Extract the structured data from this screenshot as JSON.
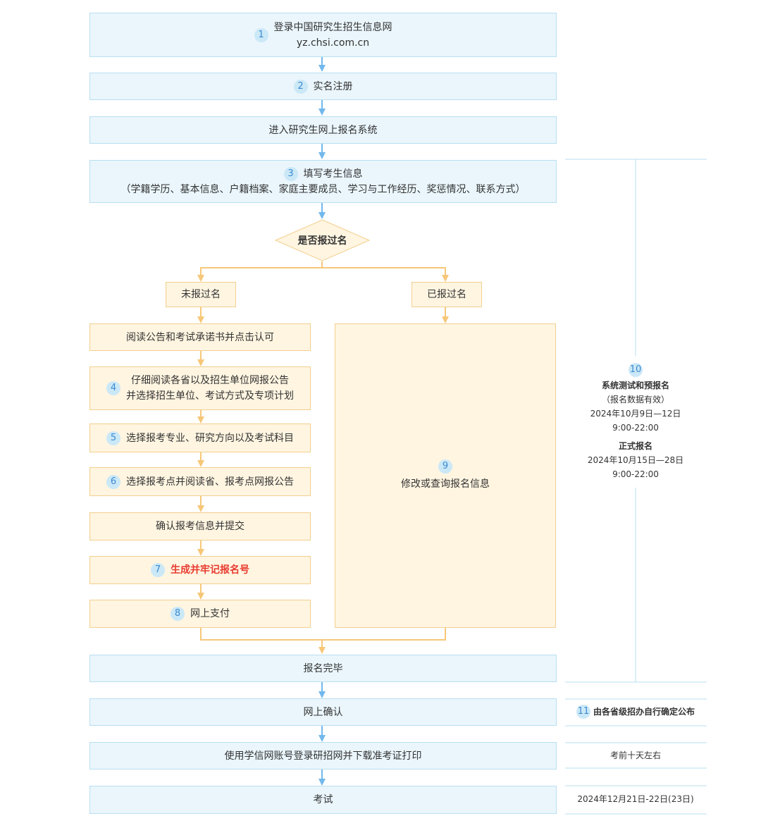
{
  "steps": {
    "s1": {
      "num": "1",
      "line1": "登录中国研究生招生信息网",
      "line2": "yz.chsi.com.cn"
    },
    "s2": {
      "num": "2",
      "label": "实名注册"
    },
    "s_enter": {
      "label": "进入研究生网上报名系统"
    },
    "s3": {
      "num": "3",
      "line1": "填写考生信息",
      "line2": "（学籍学历、基本信息、户籍档案、家庭主要成员、学习与工作经历、奖惩情况、联系方式）"
    },
    "decision": {
      "label": "是否报过名"
    },
    "not_registered": {
      "label": "未报过名"
    },
    "registered": {
      "label": "已报过名"
    },
    "read_notice": {
      "label": "阅读公告和考试承诺书并点击认可"
    },
    "s4": {
      "num": "4",
      "line1": "仔细阅读各省以及招生单位网报公告",
      "line2": "并选择招生单位、考试方式及专项计划"
    },
    "s5": {
      "num": "5",
      "label": "选择报考专业、研究方向以及考试科目"
    },
    "s6": {
      "num": "6",
      "label": "选择报考点并阅读省、报考点网报公告"
    },
    "confirm_submit": {
      "label": "确认报考信息并提交"
    },
    "s7": {
      "num": "7",
      "label": "生成并牢记报名号"
    },
    "s8": {
      "num": "8",
      "label": "网上支付"
    },
    "s9": {
      "num": "9",
      "label": "修改或查询报名信息"
    },
    "done": {
      "label": "报名完毕"
    },
    "online_confirm": {
      "label": "网上确认"
    },
    "print_ticket": {
      "label": "使用学信网账号登录研招网并下载准考证打印"
    },
    "exam": {
      "label": "考试"
    }
  },
  "side": {
    "s10": {
      "num": "10",
      "title": "系统测试和预报名",
      "note": "（报名数据有效）",
      "dates": "2024年10月9日—12日",
      "time": "9:00-22:00",
      "formal_title": "正式报名",
      "formal_dates": "2024年10月15日—28日",
      "formal_time": "9:00-22:00"
    },
    "s11": {
      "num": "11",
      "label": "由各省级招办自行确定公布"
    },
    "ticket_time": {
      "label": "考前十天左右"
    },
    "exam_date": {
      "label": "2024年12月21日-22日(23日)"
    }
  },
  "colors": {
    "blue_fill": "#eaf6fc",
    "blue_border": "#b9dff1",
    "blue_arrow": "#72b8ec",
    "yellow_fill": "#fff5e1",
    "yellow_border": "#f3cf8e",
    "yellow_arrow": "#f6c779",
    "highlight_red": "#e83b30"
  }
}
